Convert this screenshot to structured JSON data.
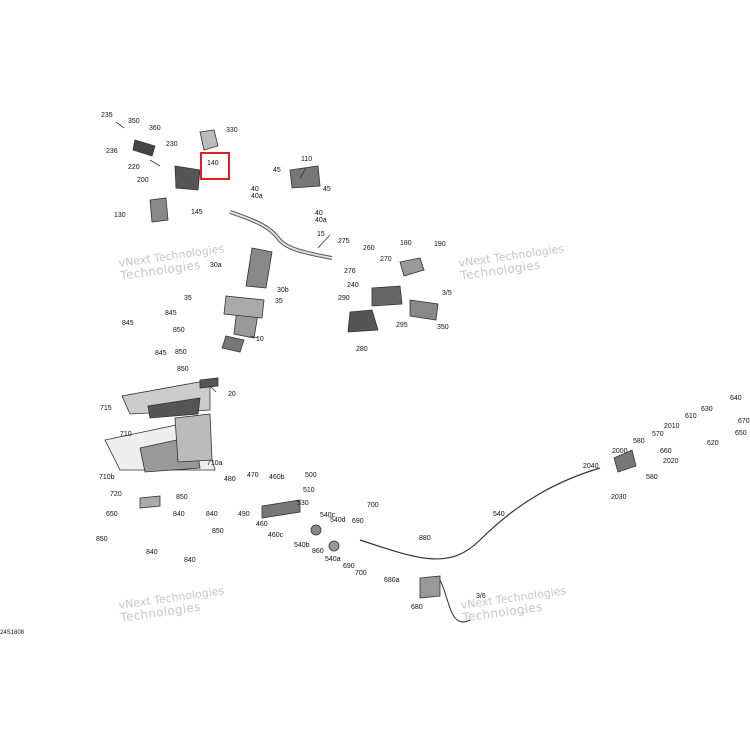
{
  "diagram": {
    "reference_code": "24S1808",
    "highlighted_part": "140",
    "highlight_color": "#e02020",
    "watermark": {
      "line1": "vNext Technologies",
      "line2": "Technologies"
    }
  },
  "labels": [
    "235",
    "350",
    "360",
    "330",
    "236",
    "230",
    "140",
    "110",
    "220",
    "200",
    "45",
    "45",
    "40",
    "40a",
    "130",
    "145",
    "40",
    "40a",
    "15",
    "275",
    "260",
    "180",
    "190",
    "270",
    "276",
    "3/5",
    "240",
    "290",
    "350",
    "295",
    "280",
    "30a",
    "30b",
    "35",
    "35",
    "845",
    "850",
    "845",
    "845",
    "850",
    "10",
    "850",
    "20",
    "715",
    "710",
    "710a",
    "710b",
    "720",
    "850",
    "650",
    "840",
    "850",
    "840",
    "840",
    "850",
    "840",
    "470",
    "500",
    "480",
    "460b",
    "510",
    "490",
    "460",
    "530",
    "540c",
    "540d",
    "690",
    "700",
    "860",
    "540a",
    "690",
    "700",
    "540b",
    "460c",
    "880",
    "540",
    "680a",
    "680",
    "3/6",
    "640",
    "630",
    "610",
    "670",
    "650",
    "2010",
    "620",
    "570",
    "2040",
    "2000",
    "660",
    "580",
    "2020",
    "580",
    "2030"
  ]
}
